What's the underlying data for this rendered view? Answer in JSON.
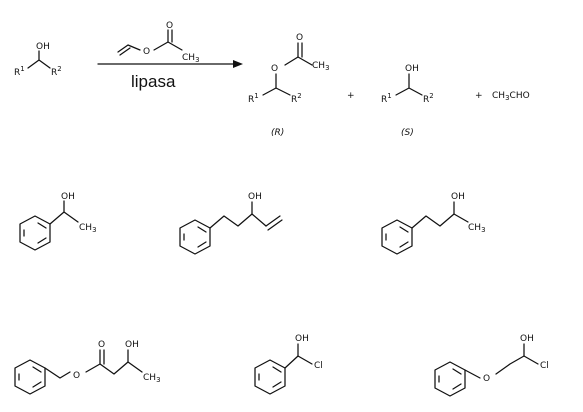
{
  "reaction": {
    "reactant_oh": "OH",
    "reactant_r1": "R",
    "reactant_r1_sup": "1",
    "reactant_r2": "R",
    "reactant_r2_sup": "2",
    "reagent_o": "O",
    "reagent_o_carbonyl": "O",
    "reagent_ch3": "CH",
    "reagent_ch3_sub": "3",
    "catalyst": "lipasa",
    "product_r_o": "O",
    "product_r_o_carbonyl": "O",
    "product_r_ch3": "CH",
    "product_r_ch3_sub": "3",
    "product_r_r1": "R",
    "product_r_r1_sup": "1",
    "product_r_r2": "R",
    "product_r_r2_sup": "2",
    "product_r_label": "(R)",
    "plus": "+",
    "product_s_oh": "OH",
    "product_s_r1": "R",
    "product_s_r1_sup": "1",
    "product_s_r2": "R",
    "product_s_r2_sup": "2",
    "product_s_label": "(S)",
    "byproduct_a": "CH",
    "byproduct_sub": "3",
    "byproduct_b": "CHO"
  },
  "substrates": {
    "s1_oh": "OH",
    "s1_ch3": "CH",
    "s1_sub": "3",
    "s2_oh": "OH",
    "s3_oh": "OH",
    "s3_ch3": "CH",
    "s3_sub": "3",
    "s4_o_ester": "O",
    "s4_o_carbonyl": "O",
    "s4_oh": "OH",
    "s4_ch3": "CH",
    "s4_sub": "3",
    "s5_oh": "OH",
    "s5_cl": "Cl",
    "s6_o": "O",
    "s6_oh": "OH",
    "s6_cl": "Cl"
  }
}
